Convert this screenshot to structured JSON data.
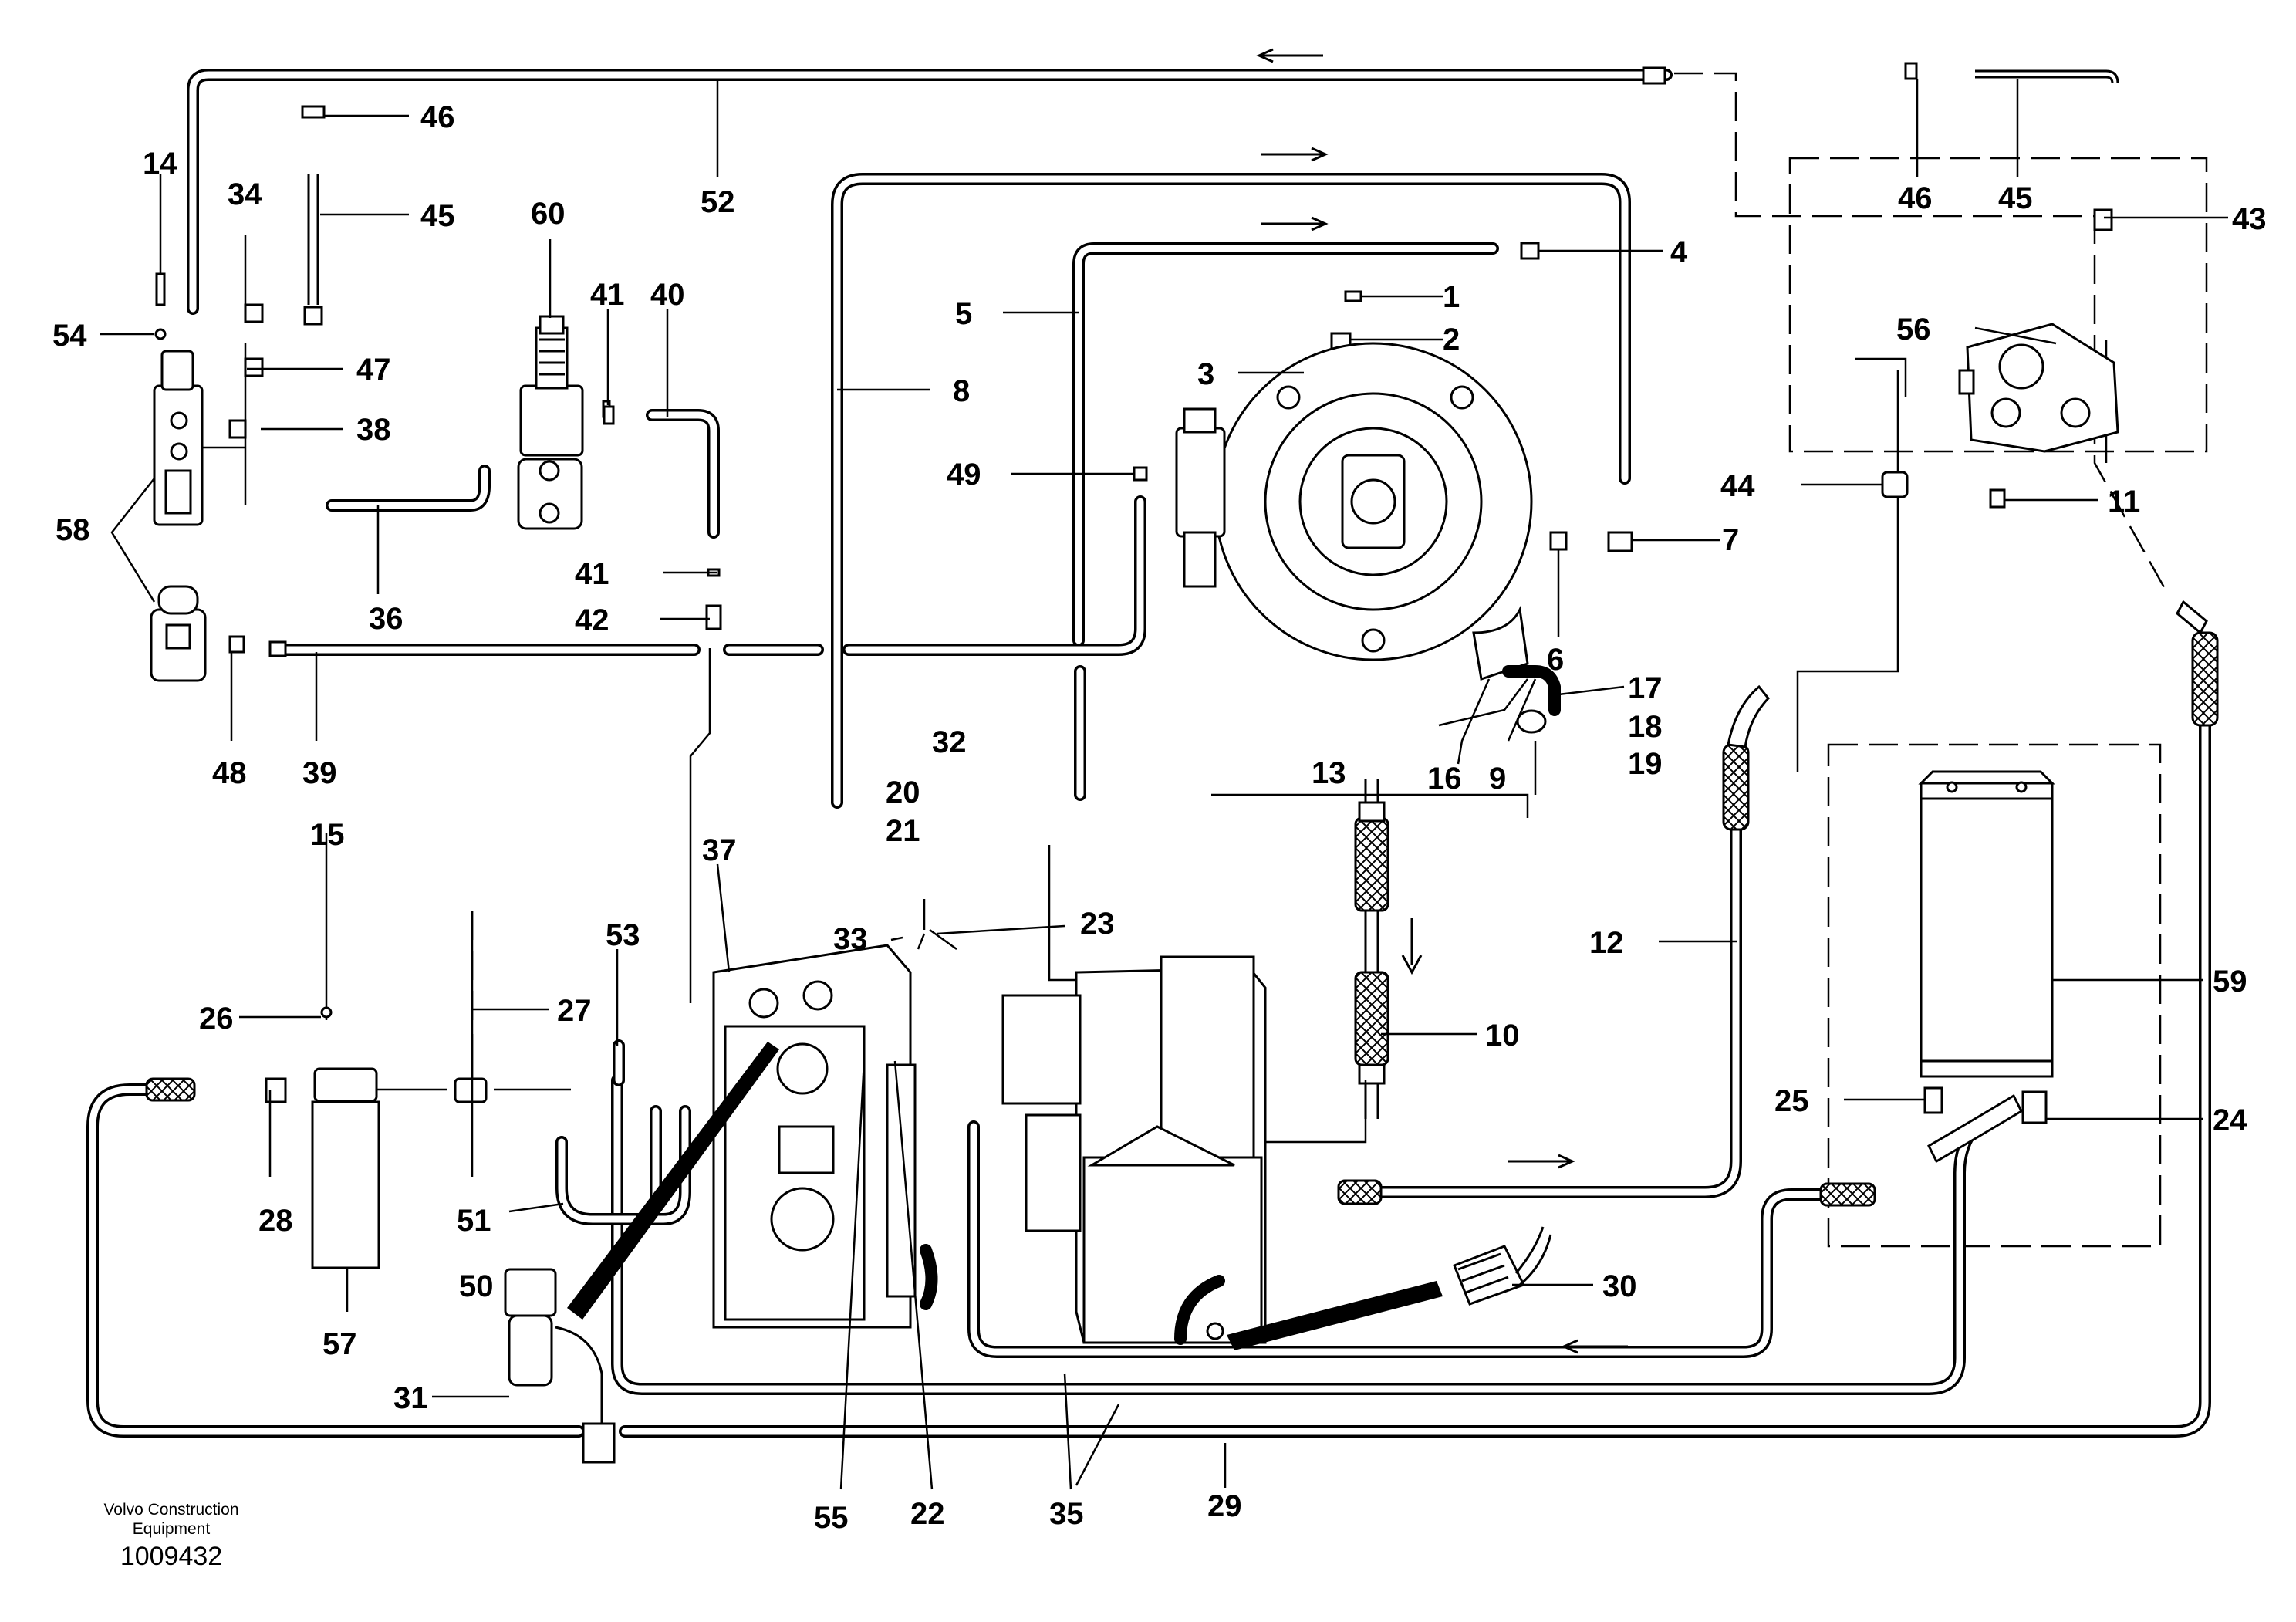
{
  "diagram": {
    "callouts": [
      "1",
      "2",
      "3",
      "4",
      "5",
      "6",
      "7",
      "8",
      "9",
      "10",
      "11",
      "12",
      "13",
      "14",
      "15",
      "16",
      "17",
      "18",
      "19",
      "20",
      "21",
      "22",
      "23",
      "24",
      "25",
      "26",
      "27",
      "28",
      "29",
      "30",
      "31",
      "32",
      "33",
      "34",
      "35",
      "36",
      "37",
      "38",
      "39",
      "40",
      "41",
      "42",
      "43",
      "44",
      "45",
      "46",
      "47",
      "48",
      "49",
      "50",
      "51",
      "52",
      "53",
      "54",
      "55",
      "56",
      "57",
      "58",
      "59",
      "60"
    ]
  },
  "footer": {
    "company_line1": "Volvo Construction",
    "company_line2": "Equipment",
    "drawing_number": "1009432"
  }
}
